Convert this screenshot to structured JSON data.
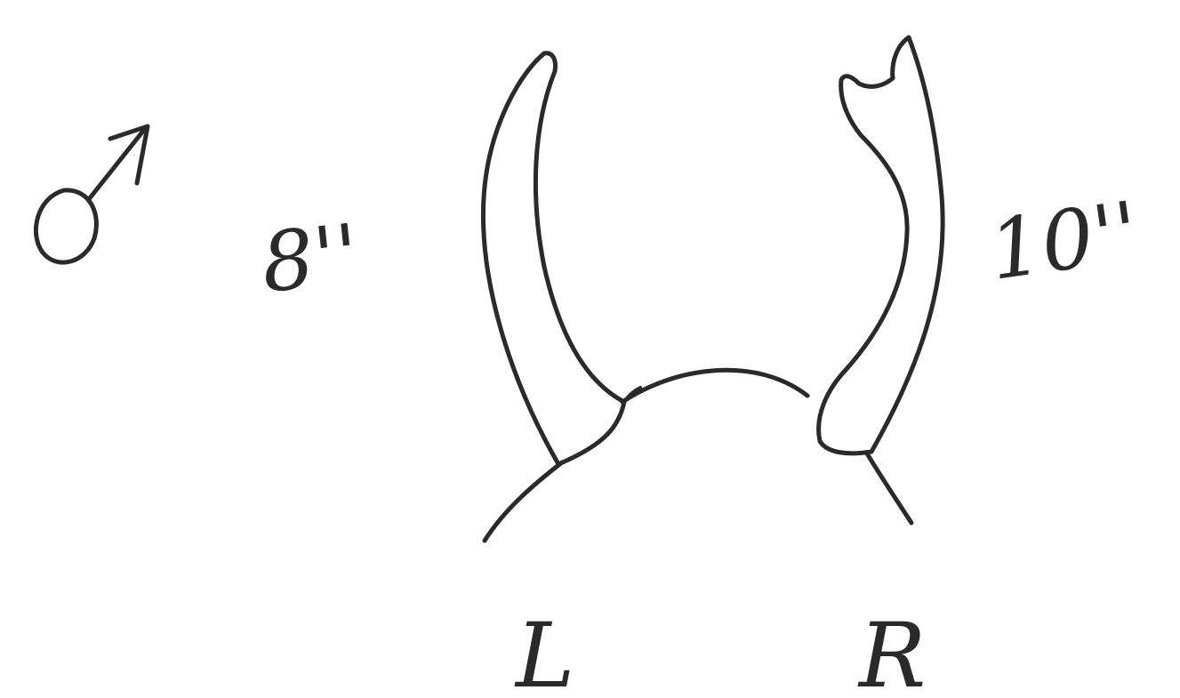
{
  "sex_symbol": "♂",
  "labels": {
    "left_length": "8''",
    "right_length": "10''",
    "left_side": "L",
    "right_side": "R"
  },
  "icons": {
    "sex_symbol": "male-symbol-icon"
  },
  "colors": {
    "ink": "#2a2a2a",
    "paper": "#ffffff"
  }
}
